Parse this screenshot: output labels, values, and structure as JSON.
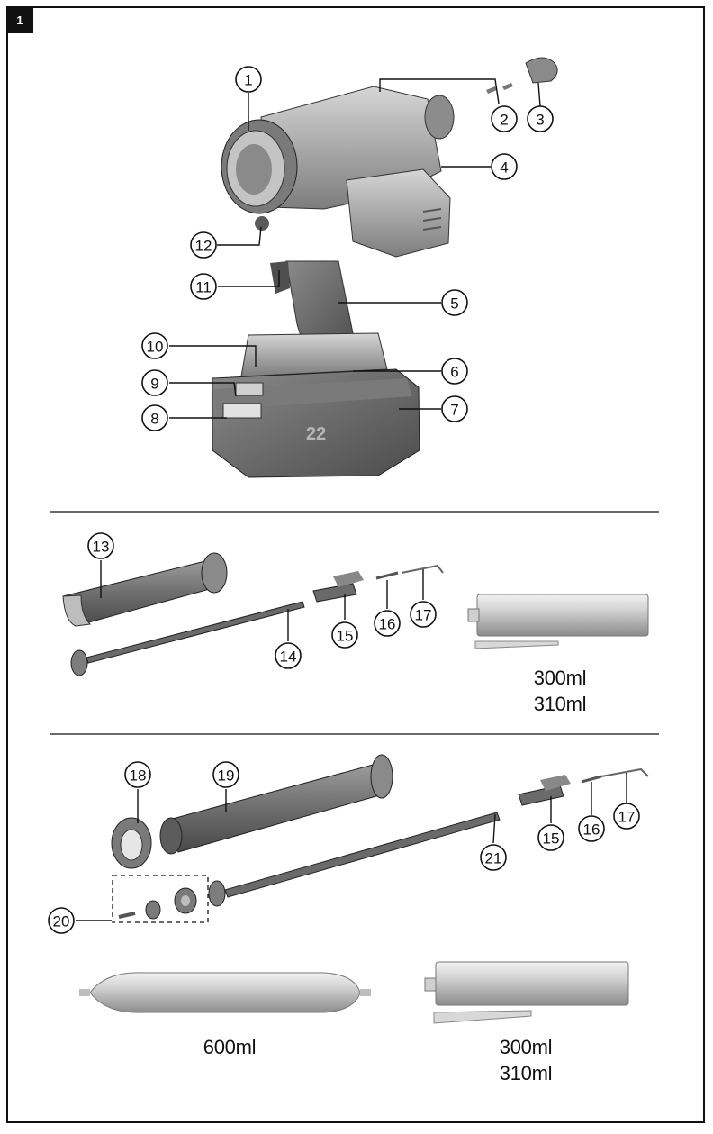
{
  "figure_number": "1",
  "callouts": [
    "1",
    "2",
    "3",
    "4",
    "5",
    "6",
    "7",
    "8",
    "9",
    "10",
    "11",
    "12",
    "13",
    "14",
    "15",
    "16",
    "17",
    "18",
    "19",
    "20",
    "21"
  ],
  "volumes": {
    "cartridge_a": [
      "300ml",
      "310ml"
    ],
    "foil_pack": "600ml",
    "cartridge_b": [
      "300ml",
      "310ml"
    ]
  },
  "colors": {
    "tool_dark": "#6a6a6a",
    "tool_mid": "#9a9a9a",
    "tool_light": "#c8c8c8",
    "line": "#111111"
  }
}
